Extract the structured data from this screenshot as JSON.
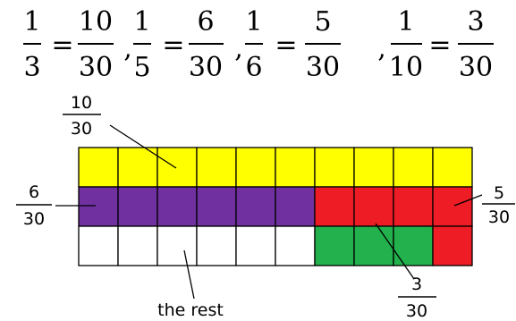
{
  "equations": [
    {
      "left_num": "1",
      "left_den": "3",
      "right_num": "10",
      "right_den": "30"
    },
    {
      "left_num": "1",
      "left_den": "5",
      "right_num": "6",
      "right_den": "30"
    },
    {
      "left_num": "1",
      "left_den": "6",
      "right_num": "5",
      "right_den": "30"
    },
    {
      "left_num": "1",
      "left_den": "10",
      "right_num": "3",
      "right_den": "30"
    }
  ],
  "separator": ",",
  "equals": "=",
  "grid": {
    "columns": 10,
    "rows": [
      [
        "yellow",
        "yellow",
        "yellow",
        "yellow",
        "yellow",
        "yellow",
        "yellow",
        "yellow",
        "yellow",
        "yellow"
      ],
      [
        "purple",
        "purple",
        "purple",
        "purple",
        "purple",
        "purple",
        "red",
        "red",
        "red",
        "red"
      ],
      [
        "white",
        "white",
        "white",
        "white",
        "white",
        "white",
        "green",
        "green",
        "green",
        "red"
      ]
    ]
  },
  "colors": {
    "yellow": "#ffff00",
    "purple": "#7030a0",
    "red": "#ee1c24",
    "green": "#22b14c",
    "white": "#ffffff"
  },
  "labels": {
    "yellow_num": "10",
    "yellow_den": "30",
    "purple_num": "6",
    "purple_den": "30",
    "red_num": "5",
    "red_den": "30",
    "green_num": "3",
    "green_den": "30",
    "rest": "the rest"
  }
}
